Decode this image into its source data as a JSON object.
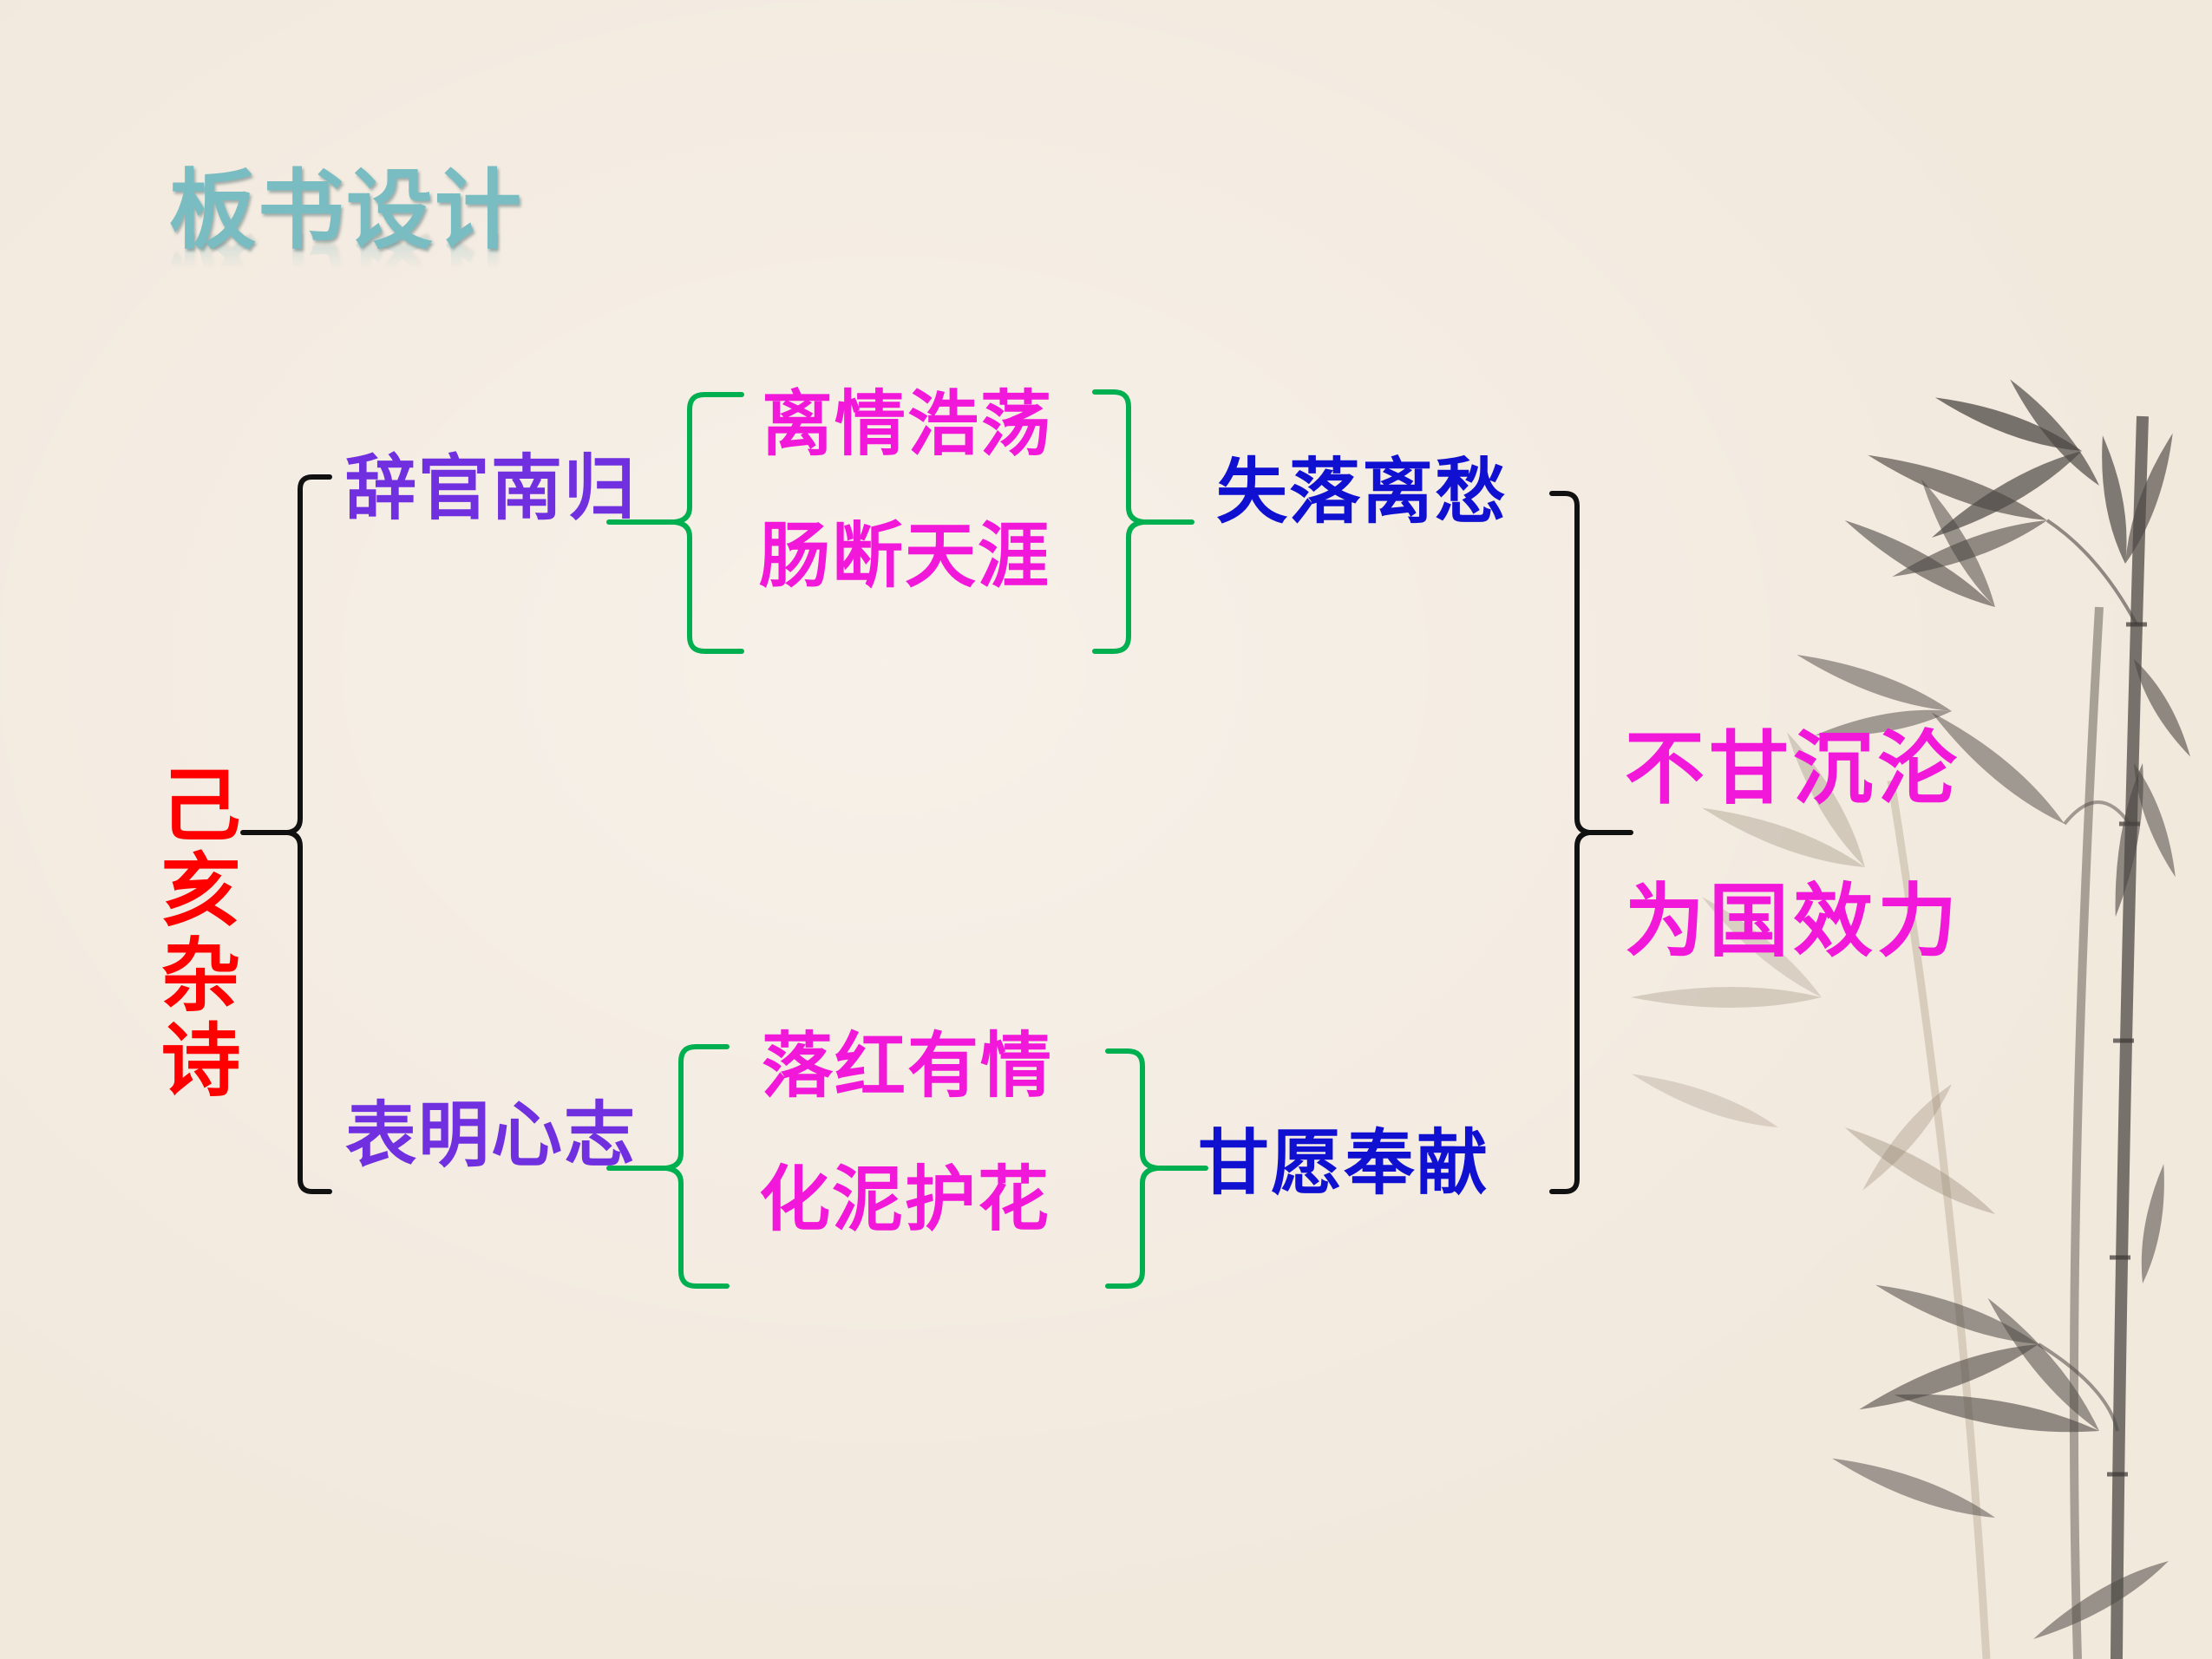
{
  "slide": {
    "title": "板书设计",
    "poem_title": "己亥杂诗",
    "top_branch": {
      "label": "辞官南归",
      "details": [
        "离情浩荡",
        "肠断天涯"
      ],
      "result": "失落离愁"
    },
    "bottom_branch": {
      "label": "表明心志",
      "details": [
        "落红有情",
        "化泥护花"
      ],
      "result": "甘愿奉献"
    },
    "conclusion": [
      "不甘沉沦",
      "为国效力"
    ]
  },
  "colors": {
    "background": "#f2e9dd",
    "title": "#79bcc1",
    "poem_title": "#ff0000",
    "branch_label": "#7030e0",
    "detail": "#f218d9",
    "result": "#1010d0",
    "conclusion": "#f218d9",
    "main_bracket": "#111111",
    "sub_bracket": "#00b050",
    "bamboo_ink": "#4d4844"
  },
  "decoration": {
    "background_painting": "bamboo-ink-painting-icon"
  }
}
